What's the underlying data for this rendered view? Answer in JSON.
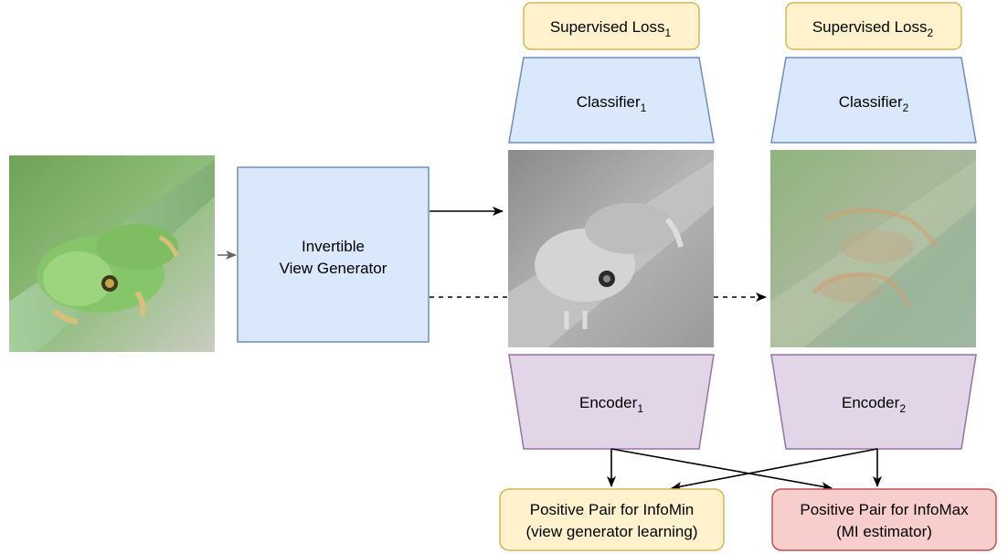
{
  "colors": {
    "blue_fill": "#dae8fc",
    "blue_stroke": "#6c8ebf",
    "yellow_fill": "#fff2cc",
    "yellow_stroke": "#d6b656",
    "purple_fill": "#e1d5e7",
    "purple_stroke": "#9673a6",
    "red_fill": "#f8cecc",
    "red_stroke": "#b85450",
    "arrow": "#000000",
    "arrow_gray": "#666666"
  },
  "generator": {
    "line1": "Invertible",
    "line2": "View Generator"
  },
  "branch1": {
    "loss": {
      "text": "Supervised Loss",
      "sub": "1"
    },
    "classifier": {
      "text": "Classifier",
      "sub": "1"
    },
    "encoder": {
      "text": "Encoder",
      "sub": "1"
    }
  },
  "branch2": {
    "loss": {
      "text": "Supervised Loss",
      "sub": "2"
    },
    "classifier": {
      "text": "Classifier",
      "sub": "2"
    },
    "encoder": {
      "text": "Encoder",
      "sub": "2"
    }
  },
  "infomin": {
    "line1": "Positive Pair for InfoMin",
    "line2": "(view generator learning)"
  },
  "infomax": {
    "line1": "Positive Pair for InfoMax",
    "line2": "(MI estimator)"
  },
  "images": {
    "input": "frog-photo",
    "view1": "grayscale-frog-view",
    "view2": "color-shifted-frog-view"
  }
}
